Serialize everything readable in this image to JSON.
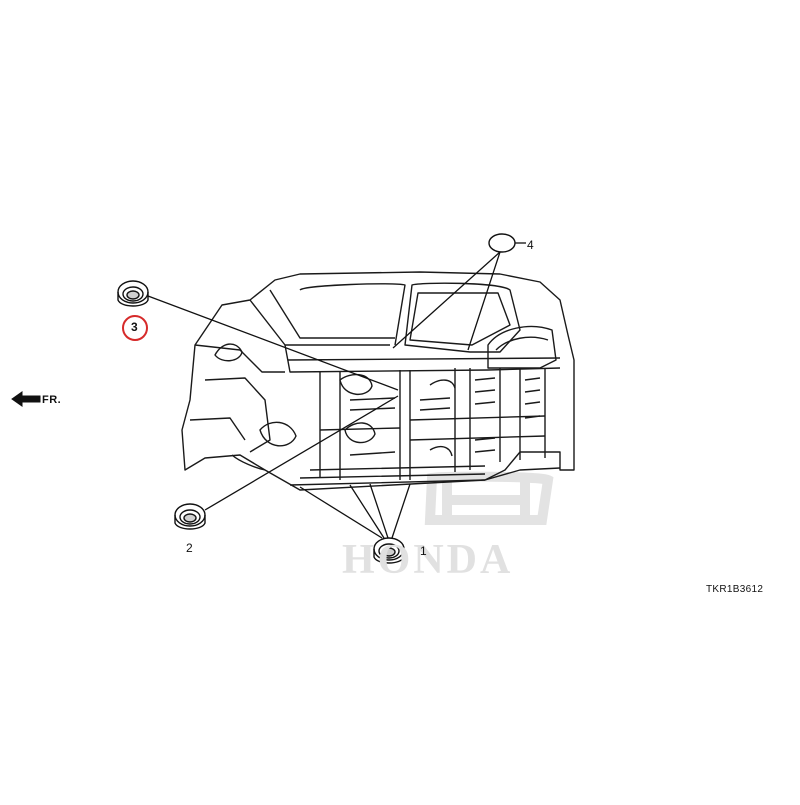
{
  "diagram": {
    "front_indicator": {
      "label": "FR.",
      "icon": "arrow-left-icon"
    },
    "callouts": [
      {
        "id": "1",
        "label": "1",
        "part": "grommet-round"
      },
      {
        "id": "2",
        "label": "2",
        "part": "grommet-round"
      },
      {
        "id": "3",
        "label": "3",
        "part": "grommet-round",
        "highlighted": true
      },
      {
        "id": "4",
        "label": "4",
        "part": "grommet-oval"
      }
    ],
    "highlight_color": "#d62a2a",
    "line_color": "#111111",
    "watermark": {
      "text": "HONDA",
      "color": "#e1e1e1"
    },
    "diagram_code": "TKR1B3612"
  }
}
